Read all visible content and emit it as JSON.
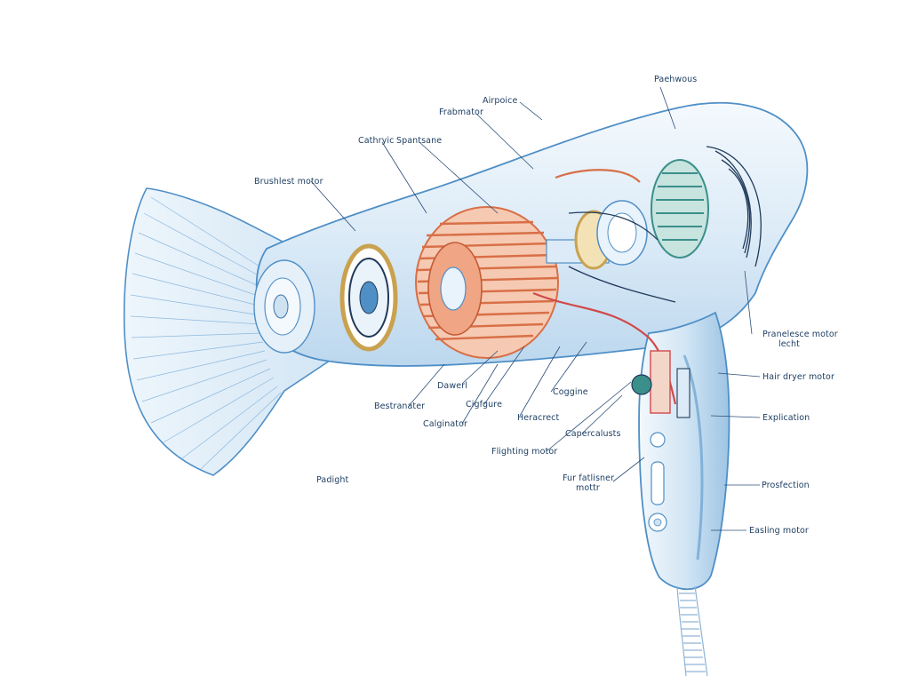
{
  "colors": {
    "outline": "#4f8fc6",
    "outline_light": "#a9cbe9",
    "shell_fill": "#e9f3fb",
    "copper": "#d86f47",
    "copper_light": "#f0a585",
    "gold": "#c9a24f",
    "teal": "#3b8f8a",
    "dark": "#203a5a",
    "red_wire": "#d04a4a",
    "label_text": "#1f3f63",
    "leader_line": "#2c4f78"
  },
  "labels": {
    "top_right": "Paehwous",
    "airpoice": "Airpoice",
    "frabmator": "Frabmator",
    "cathryic": "Cathryic",
    "spantsane": "Spantsane",
    "brushless_motor": "Brushlest motor",
    "pranelesce_motor": "Pranelesce motor",
    "pranelesce_motor_line2": "lecht",
    "hair_dryer_motor": "Hair dryer motor",
    "explication": "Explication",
    "prosfection": "Prosfection",
    "easling_motor": "Easling motor",
    "dawerl": "Dawerl",
    "cigfgure": "Cigfgure",
    "heracrect": "Heracrect",
    "coggine": "Coggine",
    "bestranater": "Bestranater",
    "calginator": "Calginator",
    "capercalusts": "Capercalusts",
    "flighting_motor": "Flighting motor",
    "fur_fatlisner": "Fur fatlisner",
    "fur_fatlisner_line2": "mottr",
    "padight": "Padight"
  }
}
